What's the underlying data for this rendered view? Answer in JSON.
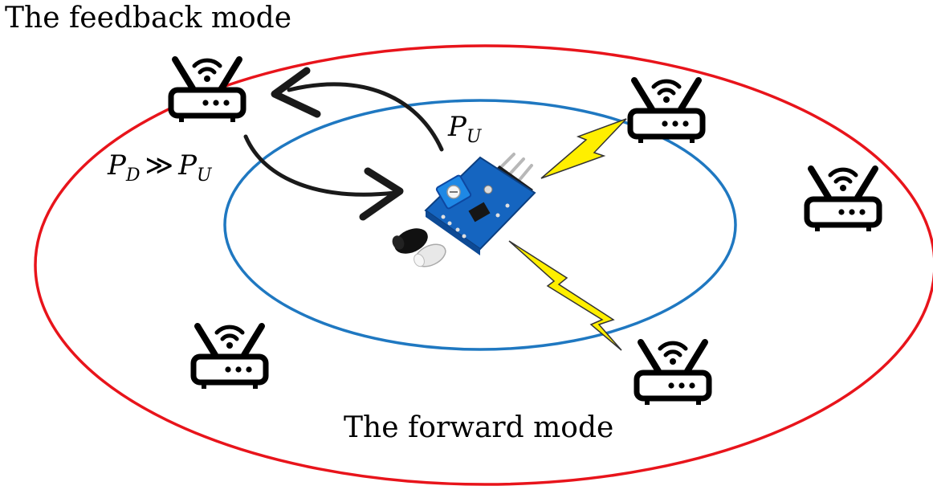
{
  "labels": {
    "feedback_mode": "The feedback mode",
    "forward_mode": "The forward mode",
    "power_relation": {
      "pd_base": "P",
      "pd_sub": "D",
      "operator": "≫",
      "pu_base": "P",
      "pu_sub": "U"
    },
    "uplink_power": {
      "base": "P",
      "sub": "U"
    }
  },
  "colors": {
    "outer_ring": "#e8141b",
    "inner_ring": "#1f78c1",
    "lightning": "#ffef00",
    "arrow": "#1a1a1a",
    "router": "#000000",
    "sensor_board": "#1565c0"
  },
  "icons": {
    "router": "wifi-router-icon",
    "sensor": "ir-sensor-module-icon",
    "link": "lightning-bolt-icon"
  },
  "router_count": 5
}
